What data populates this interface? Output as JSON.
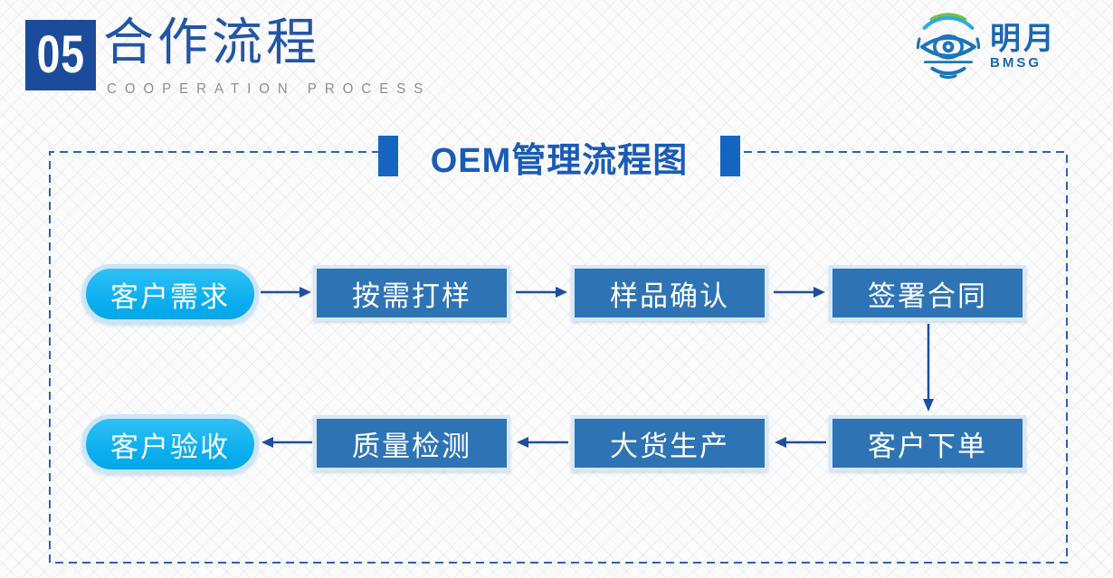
{
  "header": {
    "section_number": "05",
    "title": "合作流程",
    "subtitle": "COOPERATION PROCESS"
  },
  "logo": {
    "name": "明月",
    "abbr": "BMSG"
  },
  "diagram": {
    "title": "OEM管理流程图",
    "rows": [
      {
        "direction": "right",
        "nodes": [
          {
            "label": "客户需求",
            "shape": "pill"
          },
          {
            "label": "按需打样",
            "shape": "rect"
          },
          {
            "label": "样品确认",
            "shape": "rect"
          },
          {
            "label": "签署合同",
            "shape": "rect"
          }
        ]
      },
      {
        "direction": "left",
        "nodes": [
          {
            "label": "客户验收",
            "shape": "pill"
          },
          {
            "label": "质量检测",
            "shape": "rect"
          },
          {
            "label": "大货生产",
            "shape": "rect"
          },
          {
            "label": "客户下单",
            "shape": "rect"
          }
        ]
      }
    ],
    "connections": [
      "客户需求→按需打样",
      "按需打样→样品确认",
      "样品确认→签署合同",
      "签署合同→客户下单",
      "客户下单→大货生产",
      "大货生产→质量检测",
      "质量检测→客户验收"
    ]
  },
  "colors": {
    "badge_blue": "#1B4B9B",
    "title_blue": "#2355A5",
    "subtitle_gray": "#8E8E8E",
    "bar_blue": "#1565C0",
    "diagram_title_blue": "#1A5BB5",
    "dashed_border_blue": "#2B62B5",
    "rect_blue": "#2E74B5",
    "pill_cyan": "#0FB2EF",
    "pale_ring": "#D8E8F7",
    "arrow_blue": "#1F4E9C",
    "logo_green": "#76C043",
    "logo_cyan": "#29ABE2",
    "logo_blue": "#1B75BB"
  }
}
